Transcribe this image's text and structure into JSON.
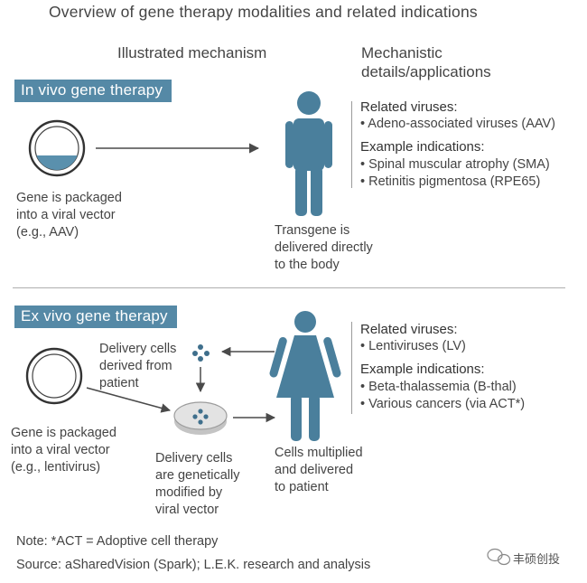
{
  "title": "Overview of gene therapy modalities and related indications",
  "columns": {
    "mechanism": "Illustrated mechanism",
    "details_line1": "Mechanistic",
    "details_line2": "details/applications"
  },
  "in_vivo": {
    "label": "In vivo gene therapy",
    "gene_caption": "Gene is packaged\ninto a viral vector\n(e.g., AAV)",
    "body_caption": "Transgene is\ndelivered directly\nto the body",
    "viruses_heading": "Related viruses:",
    "viruses": [
      "• Adeno-associated viruses (AAV)"
    ],
    "indications_heading": "Example indications:",
    "indications": [
      "• Spinal muscular atrophy (SMA)",
      "• Retinitis pigmentosa (RPE65)"
    ]
  },
  "ex_vivo": {
    "label": "Ex vivo gene therapy",
    "gene_caption": "Gene is packaged\ninto a viral vector\n(e.g., lentivirus)",
    "cells_caption": "Delivery cells\nderived from\npatient",
    "dish_caption": "Delivery cells\nare genetically\nmodified by\nviral vector",
    "patient_caption": "Cells multiplied\nand delivered\nto patient",
    "viruses_heading": "Related viruses:",
    "viruses": [
      "• Lentiviruses (LV)"
    ],
    "indications_heading": "Example indications:",
    "indications": [
      "• Beta-thalassemia  (B-thal)",
      "• Various cancers (via ACT*)"
    ]
  },
  "note": "Note: *ACT = Adoptive cell therapy",
  "source": "Source: aSharedVision (Spark); L.E.K. research and analysis",
  "watermark": "丰硕创投",
  "colors": {
    "accent": "#5589a6",
    "figure": "#4a7f9c",
    "arrow": "#4a4a4a"
  }
}
